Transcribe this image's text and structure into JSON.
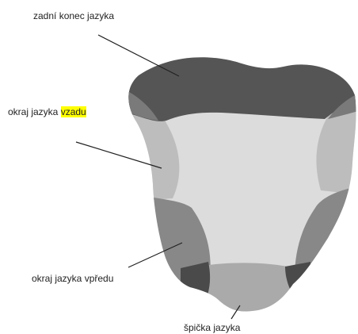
{
  "labels": {
    "back_end": "zadní konec jazyka",
    "edge_back_prefix": "okraj jazyka ",
    "edge_back_highlight": "vzadu",
    "edge_front": "okraj jazyka vpředu",
    "tip": "špička jazyka"
  },
  "colors": {
    "back_region": "#555555",
    "back_edge_region": "#bdbdbd",
    "center_region": "#dcdcdc",
    "front_edge_region": "#888888",
    "tip_region": "#aaaaaa",
    "dark_wedges": "#4a4a4a",
    "leader_lines": "#222222",
    "highlight": "#ffff00"
  }
}
